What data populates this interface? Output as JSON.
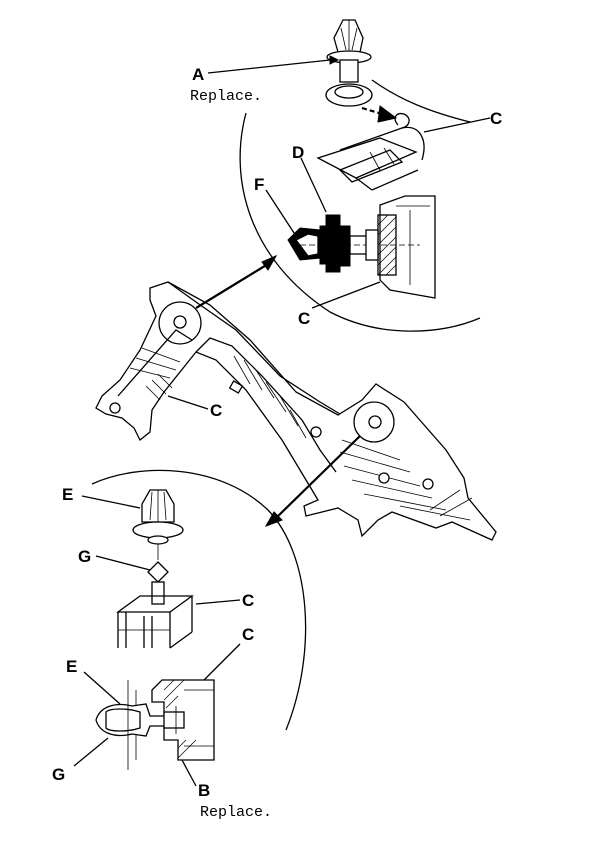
{
  "labels": {
    "A": "A",
    "B": "B",
    "C": "C",
    "D": "D",
    "E": "E",
    "F": "F",
    "G": "G"
  },
  "notes": {
    "replace_a": "Replace.",
    "replace_b": "Replace."
  },
  "colors": {
    "ink": "#000000",
    "paper": "#ffffff"
  }
}
